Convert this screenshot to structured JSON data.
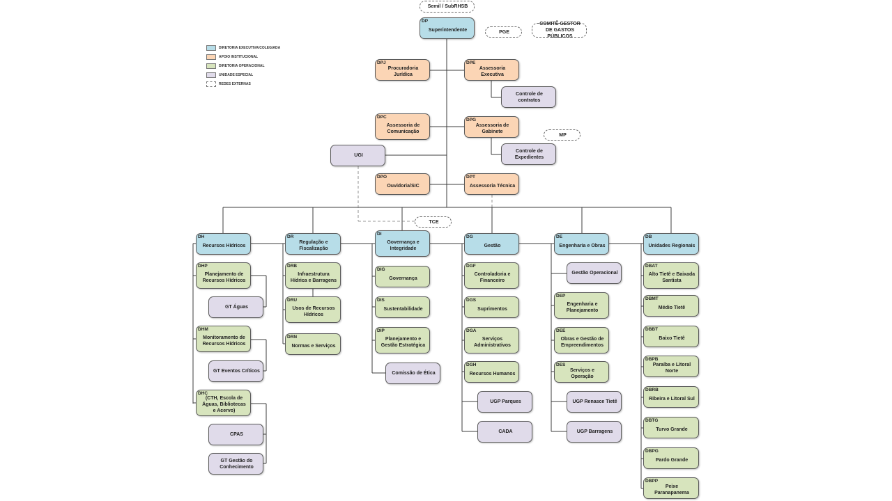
{
  "colors": {
    "executive": "#b7dde8",
    "support": "#fbd5b5",
    "operational": "#d7e4bd",
    "special": "#e0dbea",
    "external": "#ffffff",
    "line": "#3c3c3c"
  },
  "legend": [
    {
      "label": "DIRETORIA EXECUTIVA/COLEGIADA",
      "color": "#b7dde8"
    },
    {
      "label": "APOIO INSTITUCIONAL",
      "color": "#fbd5b5"
    },
    {
      "label": "DIRETORIA OPERACIONAL",
      "color": "#d7e4bd"
    },
    {
      "label": "UNIDADE ESPECIAL",
      "color": "#e0dbea"
    },
    {
      "label": "REDES EXTERNAS",
      "color": "#ffffff"
    }
  ],
  "external": {
    "semil": "Semil / SubRHSB",
    "pge": "PGE",
    "comite": "COMITÊ GESTOR DE GASTOS PÚBLICOS",
    "mp": "MP",
    "tce": "TCE"
  },
  "top": {
    "dp": {
      "code": "DP",
      "name": "Superintendente"
    },
    "dpj": {
      "code": "DPJ",
      "name": "Procuradoria Jurídica"
    },
    "dpe": {
      "code": "DPE",
      "name": "Assessoria Executiva"
    },
    "controle_contratos": {
      "name": "Controle de contratos"
    },
    "dpc": {
      "code": "DPC",
      "name": "Assessoria de Comunicação"
    },
    "dpg": {
      "code": "DPG",
      "name": "Assessoria de Gabinete"
    },
    "controle_expedientes": {
      "name": "Controle de Expedientes"
    },
    "ugi": {
      "name": "UGI"
    },
    "dpo": {
      "code": "DPO",
      "name": "Ouvidoria/SIC"
    },
    "dpt": {
      "code": "DPT",
      "name": "Assessoria Técnica"
    }
  },
  "dh": {
    "dh": {
      "code": "DH",
      "name": "Recursos Hídricos"
    },
    "dhp": {
      "code": "DHP",
      "name": "Planejamento de Recursos Hídricos"
    },
    "gt_aguas": {
      "name": "GT Águas"
    },
    "dhm": {
      "code": "DHM",
      "name": "Monitoramento de Recursos Hídricos"
    },
    "gt_eventos": {
      "name": "GT Eventos Críticos"
    },
    "dhc": {
      "code": "DHC",
      "name": "(CTH, Escola de Águas, Bibliotecas e Acervo)"
    },
    "cpas": {
      "name": "CPAS"
    },
    "gt_gestao": {
      "name": "GT Gestão do Conhecimento"
    }
  },
  "dr": {
    "dr": {
      "code": "DR",
      "name": "Regulação e Fiscalização"
    },
    "drb": {
      "code": "DRB",
      "name": "Infraestrutura Hídrica e Barragens"
    },
    "dru": {
      "code": "DRU",
      "name": "Usos de Recursos Hídricos"
    },
    "drn": {
      "code": "DRN",
      "name": "Normas e Serviços"
    }
  },
  "di": {
    "di": {
      "code": "DI",
      "name": "Governança e Integridade"
    },
    "dig": {
      "code": "DIG",
      "name": "Governança"
    },
    "dis": {
      "code": "DIS",
      "name": "Sustentabilidade"
    },
    "dip": {
      "code": "DIP",
      "name": "Planejamento e Gestão Estratégica"
    },
    "etica": {
      "name": "Comissão de Ética"
    }
  },
  "dg": {
    "dg": {
      "code": "DG",
      "name": "Gestão"
    },
    "dgf": {
      "code": "DGF",
      "name": "Controladoria e Financeiro"
    },
    "dgs": {
      "code": "DGS",
      "name": "Suprimentos"
    },
    "dga": {
      "code": "DGA",
      "name": "Serviços Administrativos"
    },
    "dgh": {
      "code": "DGH",
      "name": "Recursos Humanos"
    },
    "ugp_parques": {
      "name": "UGP Parques"
    },
    "cada": {
      "name": "CADA"
    }
  },
  "de": {
    "de": {
      "code": "DE",
      "name": "Engenharia e Obras"
    },
    "gestao_op": {
      "name": "Gestão Operacional"
    },
    "dep": {
      "code": "DEP",
      "name": "Engenharia e Planejamento"
    },
    "dee": {
      "code": "DEE",
      "name": "Obras e Gestão de Empreendimentos"
    },
    "des": {
      "code": "DES",
      "name": "Serviços e Operação"
    },
    "ugp_renasce": {
      "name": "UGP Renasce Tietê"
    },
    "ugp_barragens": {
      "name": "UGP Barragens"
    }
  },
  "db": {
    "db": {
      "code": "DB",
      "name": "Unidades Regionais"
    },
    "dbat": {
      "code": "DBAT",
      "name": "Alto Tietê e Baixada Santista"
    },
    "dbmt": {
      "code": "DBMT",
      "name": "Médio Tietê"
    },
    "dbbt": {
      "code": "DBBT",
      "name": "Baixo Tietê"
    },
    "dbpb": {
      "code": "DBPB",
      "name": "Paraíba e Litoral Norte"
    },
    "dbrb": {
      "code": "DBRB",
      "name": "Ribeira e Litoral Sul"
    },
    "dbtg": {
      "code": "DBTG",
      "name": "Turvo Grande"
    },
    "dbpg": {
      "code": "DBPG",
      "name": "Pardo Grande"
    },
    "dbpp": {
      "code": "DBPP",
      "name": "Peixe Paranapanema"
    }
  }
}
